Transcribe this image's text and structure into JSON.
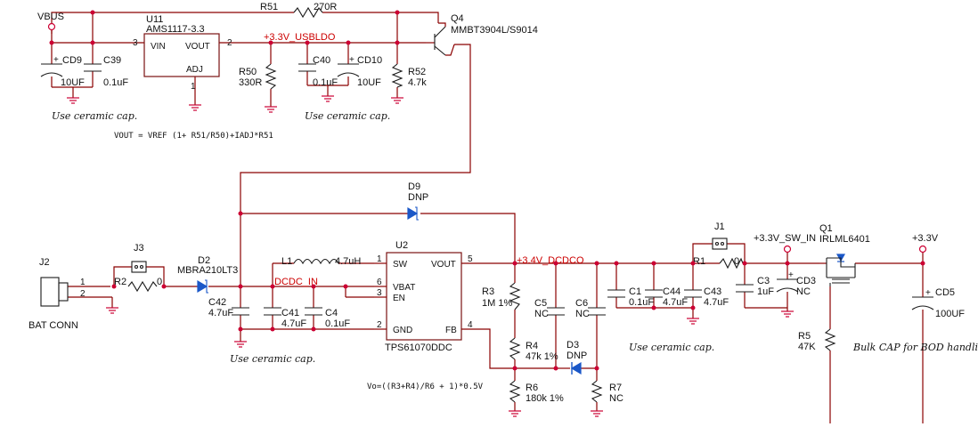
{
  "nets": {
    "vbus": "VBUS",
    "v33_usbldo": "+3.3V_USBLDO",
    "dcdc_in": "DCDC_IN",
    "v34_dcdco": "+3.4V_DCDCO",
    "v33_sw_in": "+3.3V_SW_IN",
    "v33": "+3.3V"
  },
  "components": {
    "u11": {
      "ref": "U11",
      "part": "AMS1117-3.3",
      "vin": "VIN",
      "vout": "VOUT",
      "adj": "ADJ",
      "pin_vin": "3",
      "pin_vout": "2",
      "pin_adj": "1"
    },
    "u2": {
      "ref": "U2",
      "part": "TPS61070DDC",
      "sw": "SW",
      "vout": "VOUT",
      "vbat": "VBAT",
      "en": "EN",
      "gnd": "GND",
      "fb": "FB",
      "pin_sw": "1",
      "pin_vout": "5",
      "pin_vbat": "6",
      "pin_en": "3",
      "pin_gnd": "2",
      "pin_fb": "4"
    },
    "q4": {
      "ref": "Q4",
      "part": "MMBT3904L/S9014"
    },
    "q1": {
      "ref": "Q1",
      "part": "IRLML6401"
    },
    "r51": {
      "ref": "R51",
      "value": "270R"
    },
    "r50": {
      "ref": "R50",
      "value": "330R"
    },
    "r52": {
      "ref": "R52",
      "value": "4.7k"
    },
    "r2": {
      "ref": "R2",
      "value": "0"
    },
    "r1": {
      "ref": "R1",
      "value": "0"
    },
    "r3": {
      "ref": "R3",
      "value": "1M 1%"
    },
    "r4": {
      "ref": "R4",
      "value": "47k 1%"
    },
    "r6": {
      "ref": "R6",
      "value": "180k 1%"
    },
    "r7": {
      "ref": "R7",
      "value": "NC"
    },
    "r5": {
      "ref": "R5",
      "value": "47K"
    },
    "cd9": {
      "ref": "CD9",
      "value": "10UF"
    },
    "c39": {
      "ref": "C39",
      "value": "0.1uF"
    },
    "c40": {
      "ref": "C40",
      "value": "0.1uF"
    },
    "cd10": {
      "ref": "CD10",
      "value": "10UF"
    },
    "c42": {
      "ref": "C42",
      "value": "4.7uF"
    },
    "c41": {
      "ref": "C41",
      "value": "4.7uF"
    },
    "c4": {
      "ref": "C4",
      "value": "0.1uF"
    },
    "c5": {
      "ref": "C5",
      "value": "NC"
    },
    "c6": {
      "ref": "C6",
      "value": "NC"
    },
    "c1": {
      "ref": "C1",
      "value": "0.1uF"
    },
    "c44": {
      "ref": "C44",
      "value": "4.7uF"
    },
    "c43": {
      "ref": "C43",
      "value": "4.7uF"
    },
    "c3": {
      "ref": "C3",
      "value": "1uF"
    },
    "cd3": {
      "ref": "CD3",
      "value": "NC"
    },
    "cd5": {
      "ref": "CD5",
      "value": "100UF"
    },
    "l1": {
      "ref": "L1",
      "value": "4.7uH"
    },
    "d2": {
      "ref": "D2",
      "part": "MBRA210LT3"
    },
    "d9": {
      "ref": "D9",
      "part": "DNP"
    },
    "d3": {
      "ref": "D3",
      "part": "DNP"
    },
    "j1": {
      "ref": "J1"
    },
    "j2": {
      "ref": "J2",
      "part": "BAT CONN",
      "pin1": "1",
      "pin2": "2"
    },
    "j3": {
      "ref": "J3"
    }
  },
  "notes": {
    "ceramic": "Use ceramic cap.",
    "bulk": "Bulk CAP for BOD handling",
    "ldo_formula": "VOUT = VREF (1+ R51/R50)+IADJ*R51",
    "fb_formula": "Vo=((R3+R4)/R6 + 1)*0.5V"
  },
  "colors": {
    "wire": "#8b0000",
    "net_label": "#cc0000",
    "diode": "#1a57c8",
    "junction": "#cc0033"
  }
}
